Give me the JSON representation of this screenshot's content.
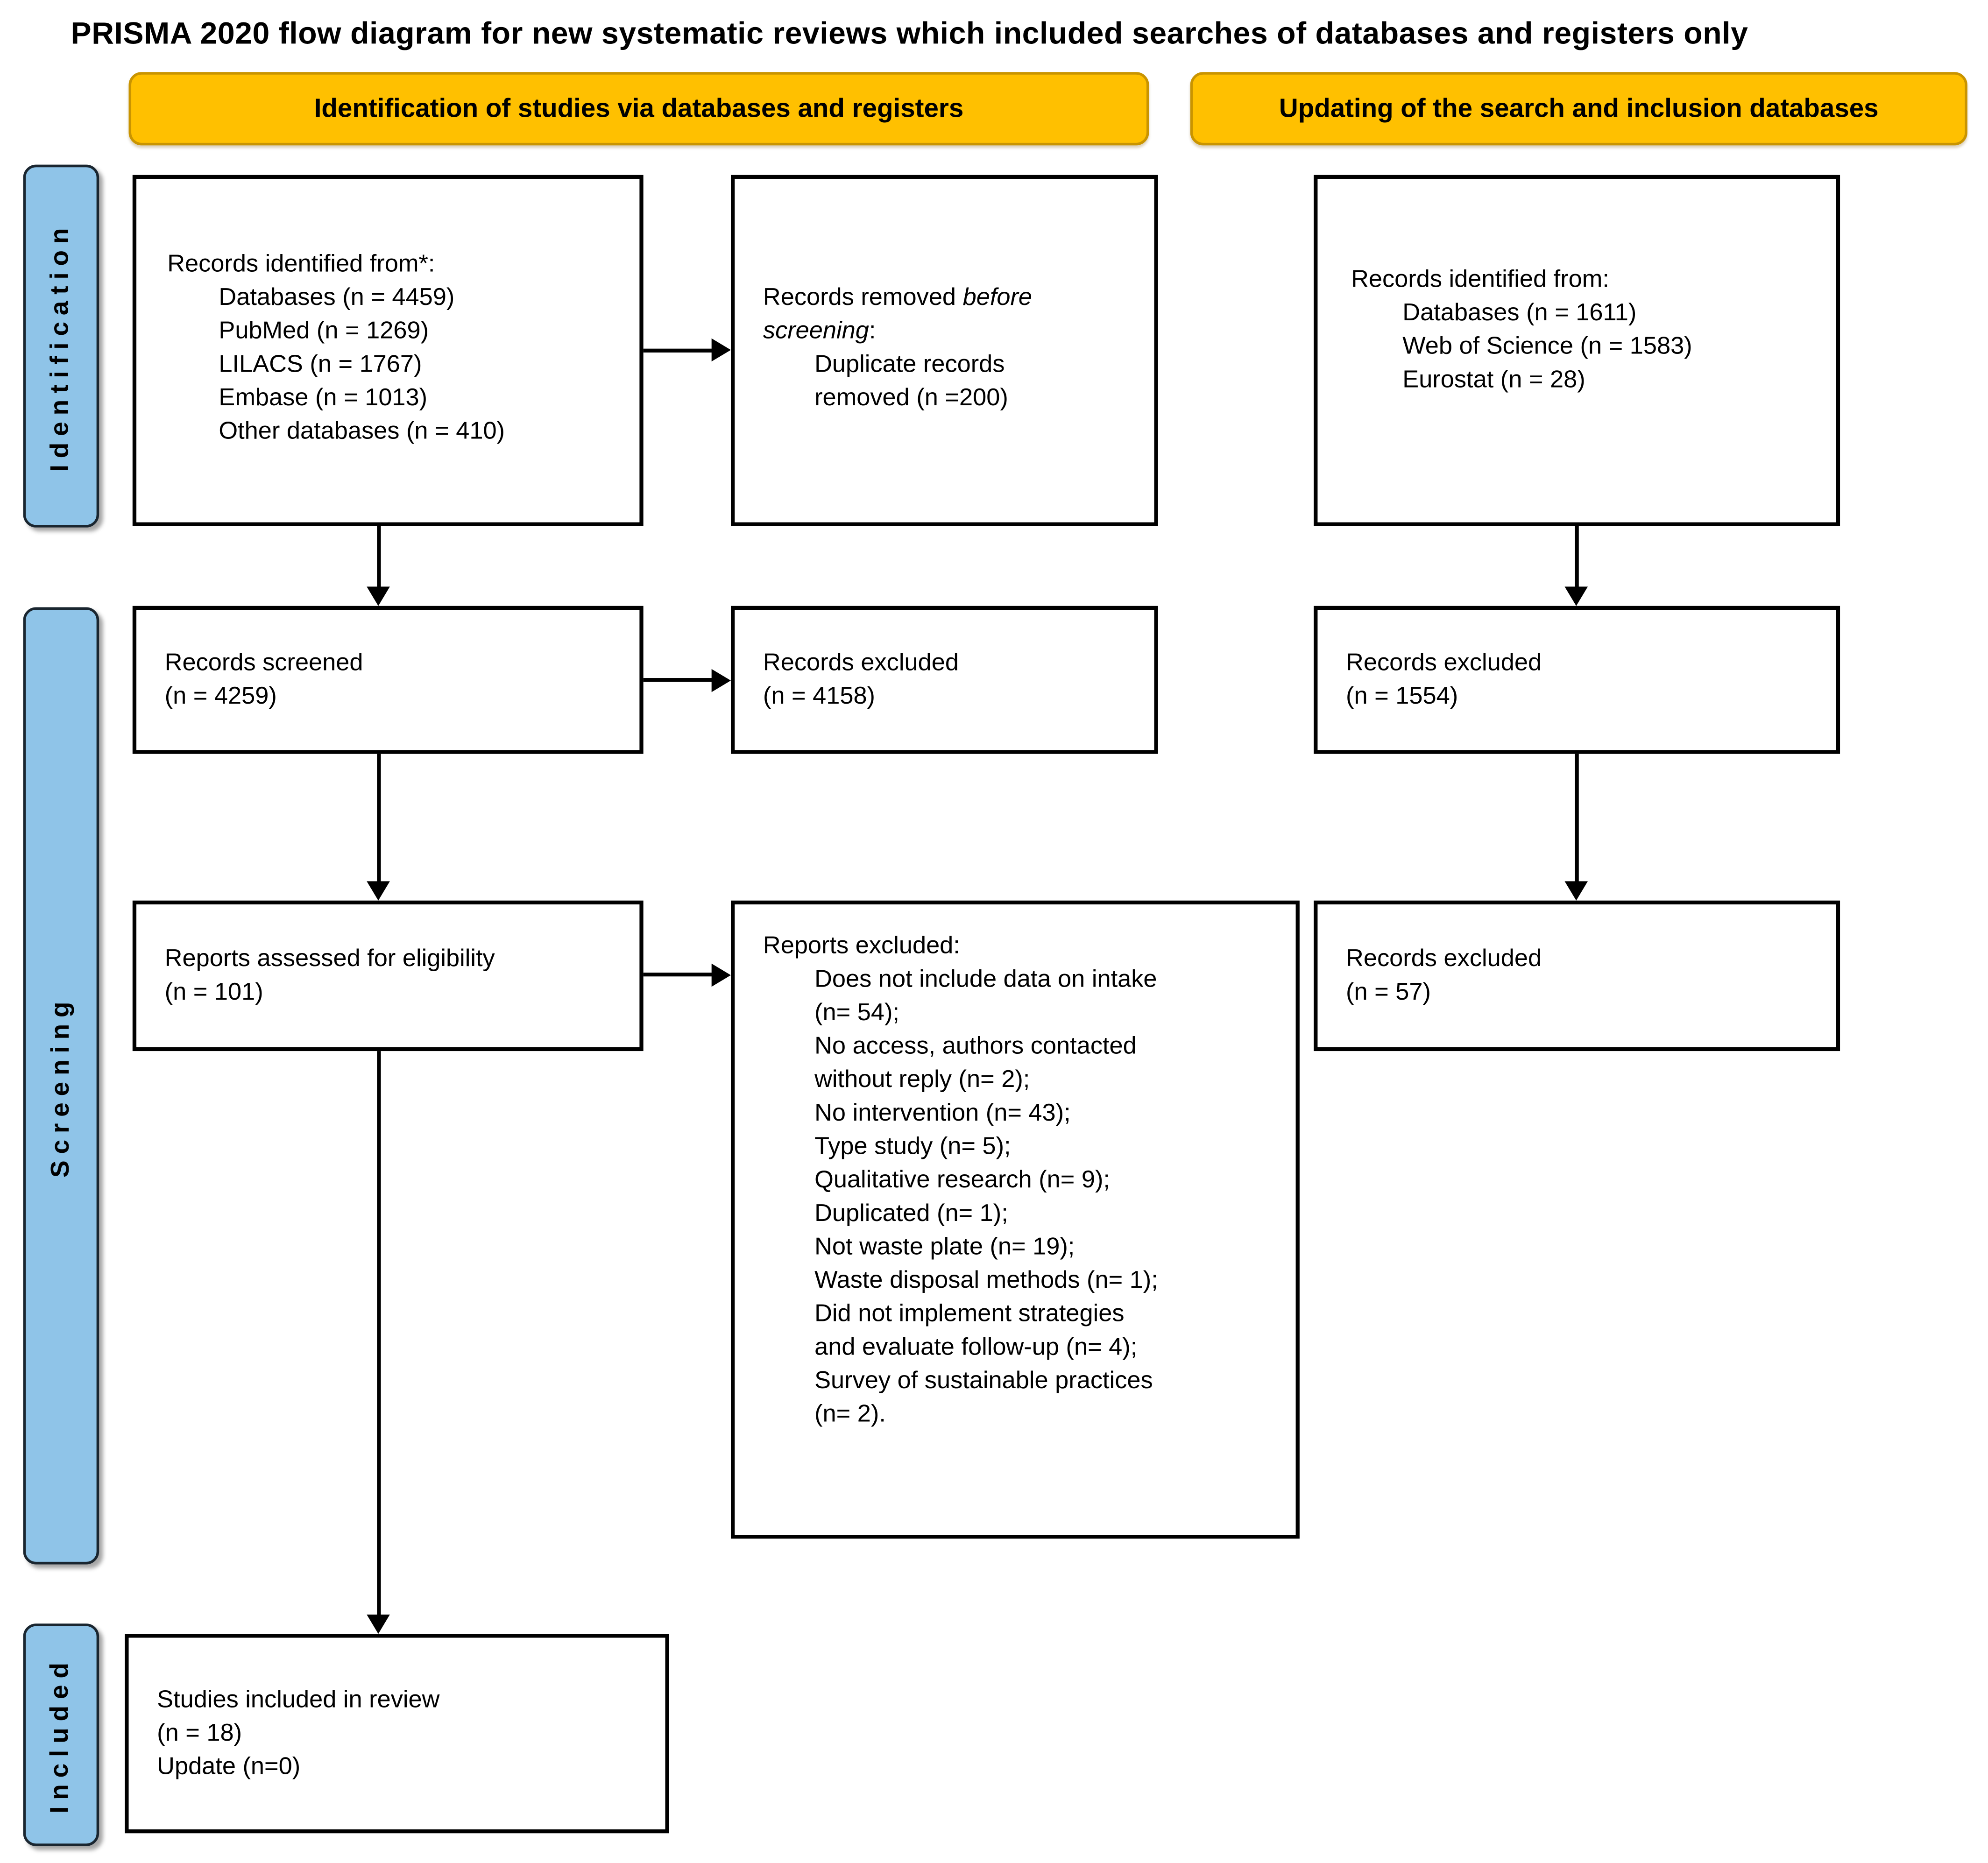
{
  "title": "PRISMA 2020 flow diagram for new systematic reviews which included searches of databases and registers only",
  "colors": {
    "header_bg": "#FFC000",
    "header_border": "#C99400",
    "sidebar_bg": "#8FC4E8",
    "sidebar_border": "#1a2630",
    "box_bg": "#FFFFFF",
    "box_border": "#000000",
    "arrow": "#000000"
  },
  "headers": [
    {
      "label": "Identification of studies via databases and registers"
    },
    {
      "label": "Updating of the search and inclusion databases"
    }
  ],
  "sidebars": [
    {
      "label": "Identification"
    },
    {
      "label": "Screening"
    },
    {
      "label": "Included"
    }
  ],
  "boxes": [
    {
      "id": "records-identified",
      "lines": [
        {
          "t": "Records identified from*:"
        },
        {
          "t": "Databases (n = 4459)",
          "indent": true
        },
        {
          "t": "PubMed (n = 1269)",
          "indent": true
        },
        {
          "t": "LILACS (n = 1767)",
          "indent": true
        },
        {
          "t": "Embase (n = 1013)",
          "indent": true
        },
        {
          "t": "Other databases (n = 410)",
          "indent": true
        }
      ]
    },
    {
      "id": "records-removed",
      "lines": [
        {
          "seg": [
            {
              "t": "Records removed "
            },
            {
              "t": "before",
              "i": true
            }
          ]
        },
        {
          "seg": [
            {
              "t": "screening",
              "i": true
            },
            {
              "t": ":"
            }
          ]
        },
        {
          "t": "Duplicate records",
          "indent": true
        },
        {
          "t": "removed (n =200)",
          "indent": true
        }
      ]
    },
    {
      "id": "update-records-identified",
      "lines": [
        {
          "t": "Records identified from:"
        },
        {
          "t": "Databases (n = 1611)",
          "indent": true
        },
        {
          "t": "Web of Science (n = 1583)",
          "indent": true
        },
        {
          "t": "Eurostat (n = 28)",
          "indent": true
        }
      ]
    },
    {
      "id": "records-screened",
      "lines": [
        {
          "t": "Records screened"
        },
        {
          "t": "(n = 4259)"
        }
      ]
    },
    {
      "id": "records-excluded",
      "lines": [
        {
          "t": "Records excluded"
        },
        {
          "t": "(n = 4158)"
        }
      ]
    },
    {
      "id": "update-records-excluded-screening",
      "lines": [
        {
          "t": "Records excluded"
        },
        {
          "t": "(n = 1554)"
        }
      ]
    },
    {
      "id": "reports-assessed",
      "lines": [
        {
          "t": "Reports assessed for eligibility"
        },
        {
          "t": "(n = 101)"
        }
      ]
    },
    {
      "id": "reports-excluded",
      "lines": [
        {
          "t": "Reports excluded:"
        },
        {
          "t": "Does not include data on intake",
          "indent": true
        },
        {
          "t": "(n= 54);",
          "indent": true
        },
        {
          "t": "No access, authors contacted",
          "indent": true
        },
        {
          "t": "without reply (n= 2);",
          "indent": true
        },
        {
          "t": "No intervention (n= 43);",
          "indent": true
        },
        {
          "t": "Type study (n= 5);",
          "indent": true
        },
        {
          "t": "Qualitative research (n= 9);",
          "indent": true
        },
        {
          "t": "Duplicated (n= 1);",
          "indent": true
        },
        {
          "t": "Not waste plate (n= 19);",
          "indent": true
        },
        {
          "t": "Waste disposal methods (n= 1);",
          "indent": true
        },
        {
          "t": "Did not implement strategies",
          "indent": true
        },
        {
          "t": "and evaluate follow-up (n= 4);",
          "indent": true
        },
        {
          "t": "Survey of sustainable practices",
          "indent": true
        },
        {
          "t": "(n= 2).",
          "indent": true
        }
      ]
    },
    {
      "id": "update-records-excluded-eligibility",
      "lines": [
        {
          "t": "Records excluded"
        },
        {
          "t": "(n = 57)"
        }
      ]
    },
    {
      "id": "studies-included",
      "lines": [
        {
          "t": "Studies included in review"
        },
        {
          "t": "(n = 18)"
        },
        {
          "t": "Update (n=0)"
        }
      ]
    }
  ]
}
